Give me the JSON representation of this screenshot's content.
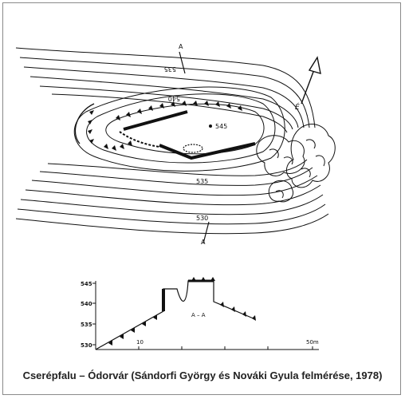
{
  "caption": "Cserépfalu – Ódorvár (Sándorfi György és Nováki Gyula felmérése, 1978)",
  "map": {
    "north_label": "É",
    "section_letter": "A",
    "contour_labels": [
      "535",
      "540",
      "545",
      "535",
      "530"
    ]
  },
  "profile": {
    "section_label": "A – A",
    "elevation_ticks": [
      "545",
      "540",
      "535",
      "530"
    ],
    "distance_labels": [
      "10",
      "50m"
    ]
  },
  "colors": {
    "ink": "#111111",
    "frame": "#8a8a8a"
  }
}
